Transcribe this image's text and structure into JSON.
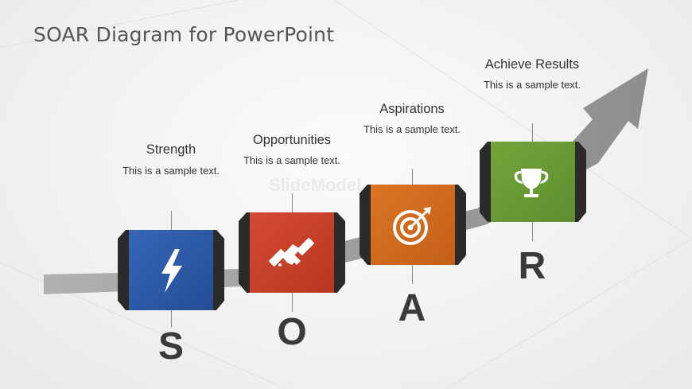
{
  "title": "SOAR Diagram for PowerPoint",
  "watermark": "SlideModel",
  "steps": [
    {
      "letter": "S",
      "heading": "Strength",
      "description": "This is a sample text.",
      "color": "#2E5AA8",
      "icon": "lightning-icon"
    },
    {
      "letter": "O",
      "heading": "Opportunities",
      "description": "This is a sample text.",
      "color": "#C8402A",
      "icon": "handshake-icon"
    },
    {
      "letter": "A",
      "heading": "Aspirations",
      "description": "This is a sample text.",
      "color": "#D2691E",
      "icon": "target-icon"
    },
    {
      "letter": "R",
      "heading": "Achieve Results",
      "description": "This is a sample text.",
      "color": "#6A9A35",
      "icon": "trophy-icon"
    }
  ]
}
